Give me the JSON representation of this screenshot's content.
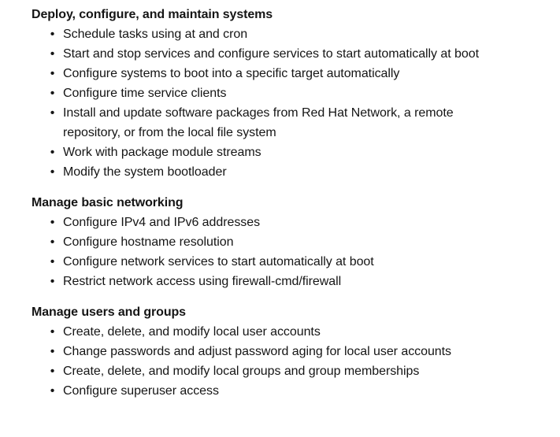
{
  "document": {
    "type": "exam-objectives-outline",
    "background_color": "#ffffff",
    "text_color": "#151515",
    "bullet_glyph": "•"
  },
  "sections": [
    {
      "heading": "Deploy, configure, and maintain systems",
      "items": [
        "Schedule tasks using at and cron",
        "Start and stop services and configure services to start automatically at boot",
        "Configure systems to boot into a specific target automatically",
        "Configure time service clients",
        "Install and update software packages from Red Hat Network, a remote repository, or from the local file system",
        "Work with package module streams",
        "Modify the system bootloader"
      ]
    },
    {
      "heading": "Manage basic networking",
      "items": [
        "Configure IPv4 and IPv6 addresses",
        "Configure hostname resolution",
        "Configure network services to start automatically at boot",
        "Restrict network access using firewall-cmd/firewall"
      ]
    },
    {
      "heading": "Manage users and groups",
      "items": [
        "Create, delete, and modify local user accounts",
        "Change passwords and adjust password aging for local user accounts",
        "Create, delete, and modify local groups and group memberships",
        "Configure superuser access"
      ]
    }
  ]
}
